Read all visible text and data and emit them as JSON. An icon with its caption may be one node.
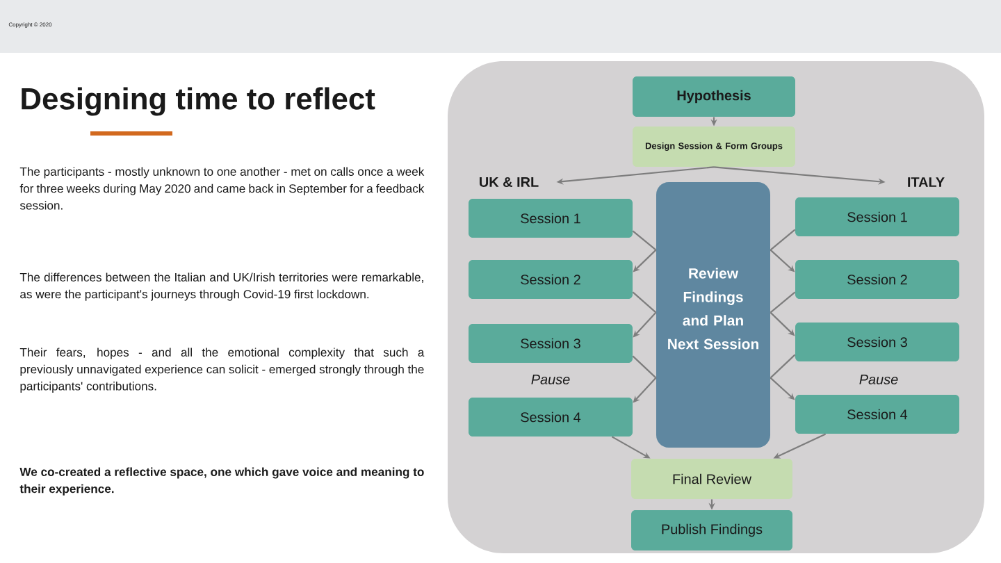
{
  "diagram": {
    "title": "Designing time to reflect",
    "nodes": [
      {
        "text": [
          "Hypothesis"
        ]
      },
      {
        "text": [
          "Design Session & Form Groups"
        ]
      },
      {
        "text": [
          "UK & IRL"
        ]
      },
      {
        "text": [
          "ITALY"
        ]
      },
      {
        "text": [
          "Review Findings and Plan Next Session"
        ]
      },
      {
        "text": [
          "Session 1"
        ]
      },
      {
        "text": [
          "Session 2"
        ]
      },
      {
        "text": [
          "Session 3"
        ]
      },
      {
        "text": [
          "Session 4"
        ]
      },
      {
        "text": [
          "Session 1"
        ]
      },
      {
        "text": [
          "Session 2"
        ]
      },
      {
        "text": [
          "Session 3"
        ]
      },
      {
        "text": [
          "Session 4"
        ]
      },
      {
        "text": [
          "Final Review"
        ]
      },
      {
        "text": [
          "Publish Findings"
        ]
      }
    ],
    "edges": [
      {
        "from": 0,
        "to": 1,
        "arrow": "to"
      },
      {
        "from": 1,
        "to": 2,
        "arrow": "to"
      },
      {
        "from": 1,
        "to": 3,
        "arrow": "to"
      },
      {
        "from": 5,
        "to": 4,
        "arrow": "none"
      },
      {
        "from": 4,
        "to": 6,
        "arrow": "to"
      },
      {
        "from": 6,
        "to": 4,
        "arrow": "none"
      },
      {
        "from": 4,
        "to": 7,
        "arrow": "to"
      },
      {
        "from": 7,
        "to": 4,
        "arrow": "none"
      },
      {
        "from": 4,
        "to": 8,
        "arrow": "to"
      },
      {
        "from": 9,
        "to": 4,
        "arrow": "none"
      },
      {
        "from": 4,
        "to": 10,
        "arrow": "to"
      },
      {
        "from": 10,
        "to": 4,
        "arrow": "none"
      },
      {
        "from": 4,
        "to": 11,
        "arrow": "to"
      },
      {
        "from": 11,
        "to": 4,
        "arrow": "none"
      },
      {
        "from": 4,
        "to": 12,
        "arrow": "to"
      },
      {
        "from": 8,
        "to": 13,
        "arrow": "to"
      },
      {
        "from": 12,
        "to": 13,
        "arrow": "to"
      },
      {
        "from": 13,
        "to": 14,
        "arrow": "to"
      }
    ],
    "labels": [
      "Copyright © 2020",
      "The participants - mostly unknown to one another - met on calls once a week for three weeks during May 2020 and came back in September for a feedback session.",
      "The differences between the Italian and UK/Irish territories were remarkable, as were the participant's journeys through Covid-19 first lockdown.",
      "Their fears, hopes - and all the emotional complexity that such a previously unnavigated experience can solicit - emerged strongly through the participants' contributions.",
      "We co-created a reflective space, one which gave voice and meaning to their experience.",
      "Pause",
      "Pause"
    ]
  }
}
